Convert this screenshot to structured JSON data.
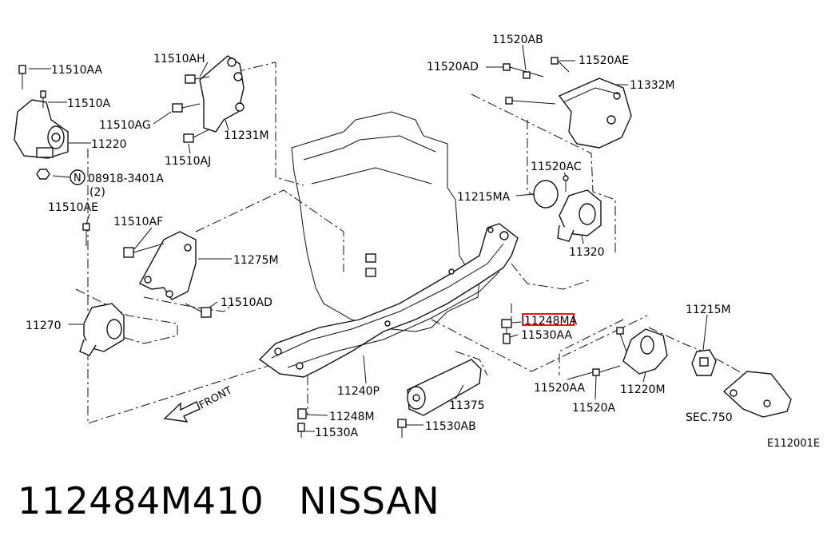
{
  "diagram": {
    "labels": {
      "l_11510AA": "11510AA",
      "l_11510A": "11510A",
      "l_11220": "11220",
      "l_08918": "08918-3401A",
      "l_08918_qty": "(2)",
      "l_11510AH": "11510AH",
      "l_11510AG": "11510AG",
      "l_11231M": "11231M",
      "l_11510AJ": "11510AJ",
      "l_11520AB": "11520AB",
      "l_11520AD": "11520AD",
      "l_11520AE": "11520AE",
      "l_11332M": "11332M",
      "l_11510AE": "11510AE",
      "l_11510AF": "11510AF",
      "l_11275M": "11275M",
      "l_11510AD": "11510AD",
      "l_11270": "11270",
      "l_11520AC": "11520AC",
      "l_11215MA": "11215MA",
      "l_11320": "11320",
      "l_11248MA": "11248MA",
      "l_11530AA": "11530AA",
      "l_11215M": "11215M",
      "l_11240P": "11240P",
      "l_11375": "11375",
      "l_11520AA": "11520AA",
      "l_11220M": "11220M",
      "l_11520A": "11520A",
      "l_SEC750": "SEC.750",
      "l_11248M": "11248M",
      "l_11530A": "11530A",
      "l_11530AB": "11530AB",
      "l_FRONT": "FRONT",
      "l_code": "E112001E"
    },
    "symbols": {
      "nut_marker": "N"
    },
    "highlight_color": "#e00000"
  },
  "footer": {
    "part_number": "112484M410",
    "brand": "NISSAN"
  }
}
